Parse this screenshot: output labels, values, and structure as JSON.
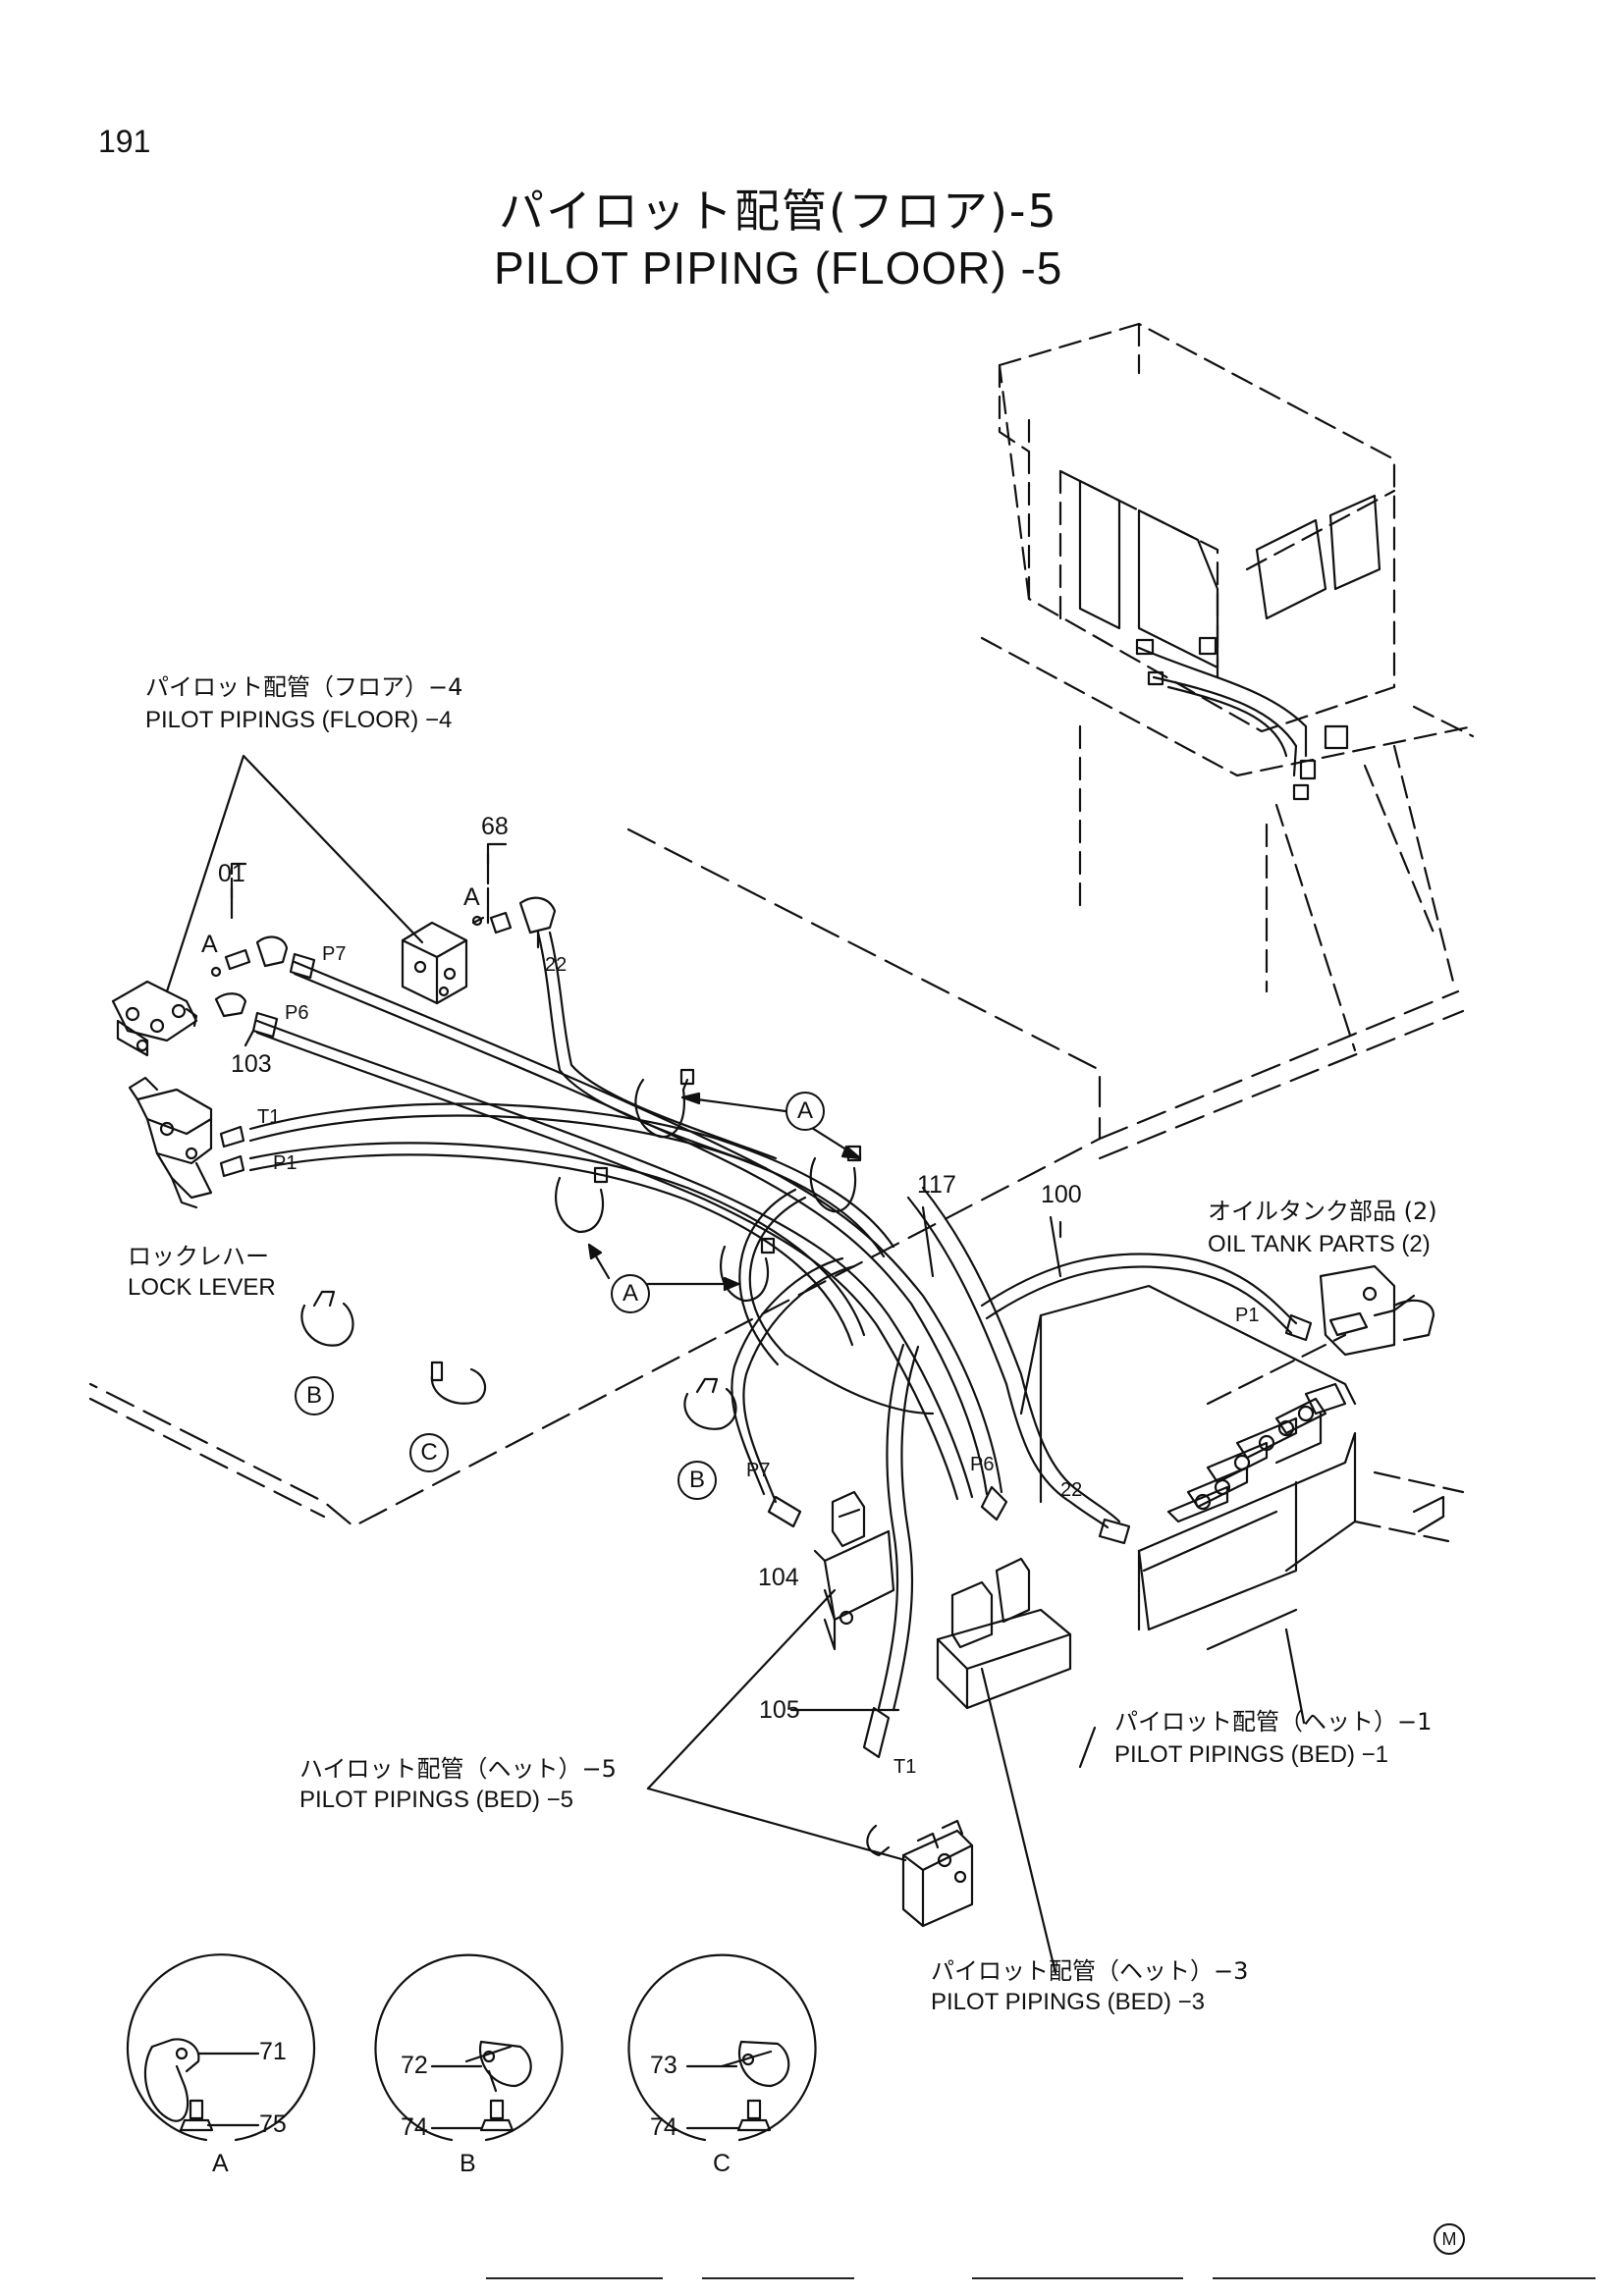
{
  "page_number": "191",
  "title": {
    "jp": "パイロット配管(フロア)-5",
    "en": "PILOT PIPING (FLOOR) -5"
  },
  "labels": {
    "floor4_jp": "パイロット配管（フロア）−4",
    "floor4_en": "PILOT PIPINGS (FLOOR) −4",
    "lock_jp": "ロックレハー",
    "lock_en": "LOCK LEVER",
    "oil_jp": "オイルタンク部品 (2)",
    "oil_en": "OIL TANK PARTS (2)",
    "bed1_jp": "パイロット配管（ヘット）−1",
    "bed1_en": "PILOT PIPINGS (BED) −1",
    "bed5_jp": "ハイロット配管（ヘット）−5",
    "bed5_en": "PILOT PIPINGS (BED) −5",
    "bed3_jp": "パイロット配管（ヘット）−3",
    "bed3_en": "PILOT PIPINGS (BED) −3"
  },
  "part_numbers": {
    "p01": "01",
    "p68": "68",
    "p22a": "22",
    "p103": "103",
    "p117": "117",
    "p100": "100",
    "p22b": "22",
    "p104": "104",
    "p105": "105",
    "p71": "71",
    "p75": "75",
    "p72": "72",
    "p74a": "74",
    "p73": "73",
    "p74b": "74"
  },
  "port_labels": {
    "p7a": "P7",
    "p6a": "P6",
    "t1a": "T1",
    "p1a": "P1",
    "p1b": "P1",
    "p7b": "P7",
    "p6b": "P6",
    "t1b": "T1",
    "a1": "A",
    "a2": "A"
  },
  "callouts": {
    "a_top": "A",
    "a_mid": "A",
    "b_left": "B",
    "c_left": "C",
    "b_mid": "B"
  },
  "detail_labels": {
    "a": "A",
    "b": "B",
    "c": "C"
  },
  "mark": "M"
}
